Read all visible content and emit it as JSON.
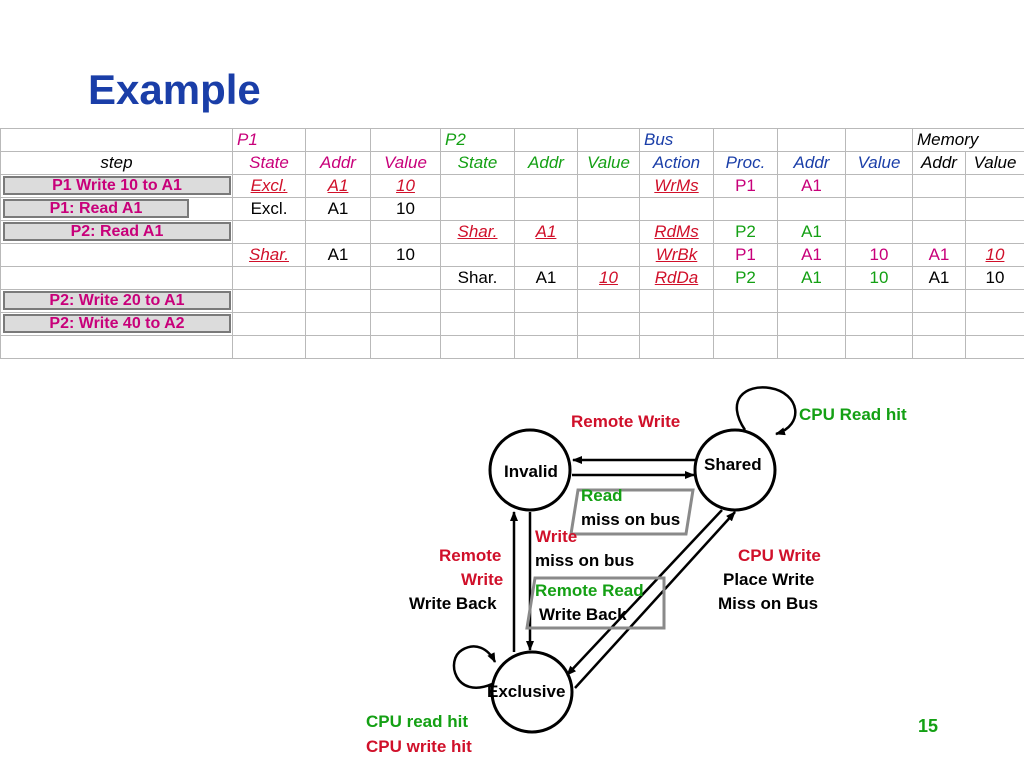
{
  "title": "Example",
  "table": {
    "group_headers": {
      "p1": "P1",
      "p2": "P2",
      "bus": "Bus",
      "memory": "Memory"
    },
    "col_headers": {
      "step": "step",
      "p1_state": "State",
      "p1_addr": "Addr",
      "p1_value": "Value",
      "p2_state": "State",
      "p2_addr": "Addr",
      "p2_value": "Value",
      "bus_action": "Action",
      "bus_proc": "Proc.",
      "bus_addr": "Addr",
      "bus_value": "Value",
      "mem_addr": "Addr",
      "mem_value": "Value"
    },
    "rows": [
      {
        "step": "P1 Write 10 to A1",
        "p1_state": "Excl.",
        "p1_addr": "A1",
        "p1_value": "10",
        "p2_state": "",
        "p2_addr": "",
        "p2_value": "",
        "bus_action": "WrMs",
        "bus_proc": "P1",
        "bus_addr": "A1",
        "bus_value": "",
        "mem_addr": "",
        "mem_value": ""
      },
      {
        "step": "P1: Read A1",
        "p1_state": "Excl.",
        "p1_addr": "A1",
        "p1_value": "10",
        "p2_state": "",
        "p2_addr": "",
        "p2_value": "",
        "bus_action": "",
        "bus_proc": "",
        "bus_addr": "",
        "bus_value": "",
        "mem_addr": "",
        "mem_value": ""
      },
      {
        "step": "P2: Read A1",
        "p1_state": "",
        "p1_addr": "",
        "p1_value": "",
        "p2_state": "Shar.",
        "p2_addr": "A1",
        "p2_value": "",
        "bus_action": "RdMs",
        "bus_proc": "P2",
        "bus_addr": "A1",
        "bus_value": "",
        "mem_addr": "",
        "mem_value": ""
      },
      {
        "step": "",
        "p1_state": "Shar.",
        "p1_addr": "A1",
        "p1_value": "10",
        "p2_state": "",
        "p2_addr": "",
        "p2_value": "",
        "bus_action": "WrBk",
        "bus_proc": "P1",
        "bus_addr": "A1",
        "bus_value": "10",
        "mem_addr": "A1",
        "mem_value": "10"
      },
      {
        "step": "",
        "p1_state": "",
        "p1_addr": "",
        "p1_value": "",
        "p2_state": "Shar.",
        "p2_addr": "A1",
        "p2_value": "10",
        "bus_action": "RdDa",
        "bus_proc": "P2",
        "bus_addr": "A1",
        "bus_value": "10",
        "mem_addr": "A1",
        "mem_value": "10"
      },
      {
        "step": "P2: Write 20 to A1",
        "p1_state": "",
        "p1_addr": "",
        "p1_value": "",
        "p2_state": "",
        "p2_addr": "",
        "p2_value": "",
        "bus_action": "",
        "bus_proc": "",
        "bus_addr": "",
        "bus_value": "",
        "mem_addr": "",
        "mem_value": ""
      },
      {
        "step": "P2: Write 40 to A2",
        "p1_state": "",
        "p1_addr": "",
        "p1_value": "",
        "p2_state": "",
        "p2_addr": "",
        "p2_value": "",
        "bus_action": "",
        "bus_proc": "",
        "bus_addr": "",
        "bus_value": "",
        "mem_addr": "",
        "mem_value": ""
      },
      {
        "step": "",
        "p1_state": "",
        "p1_addr": "",
        "p1_value": "",
        "p2_state": "",
        "p2_addr": "",
        "p2_value": "",
        "bus_action": "",
        "bus_proc": "",
        "bus_addr": "",
        "bus_value": "",
        "mem_addr": "",
        "mem_value": ""
      }
    ]
  },
  "diagram": {
    "states": {
      "invalid": "Invalid",
      "shared": "Shared",
      "exclusive": "Exclusive"
    },
    "labels": {
      "remote_write_top": "Remote Write",
      "cpu_read_hit_shared": "CPU Read hit",
      "read": "Read",
      "miss_on_bus_read": "miss on bus",
      "write": "Write",
      "miss_on_bus_write": "miss on bus",
      "remote": "Remote",
      "write_left": "Write",
      "write_back_left": "Write Back",
      "remote_read": "Remote Read",
      "write_back_center": "Write Back",
      "cpu_write": "CPU Write",
      "place_write": "Place Write",
      "miss_on_bus_right": "Miss on Bus",
      "cpu_read_hit_excl": "CPU read hit",
      "cpu_write_hit_excl": "CPU write hit"
    }
  },
  "page_number": "15"
}
